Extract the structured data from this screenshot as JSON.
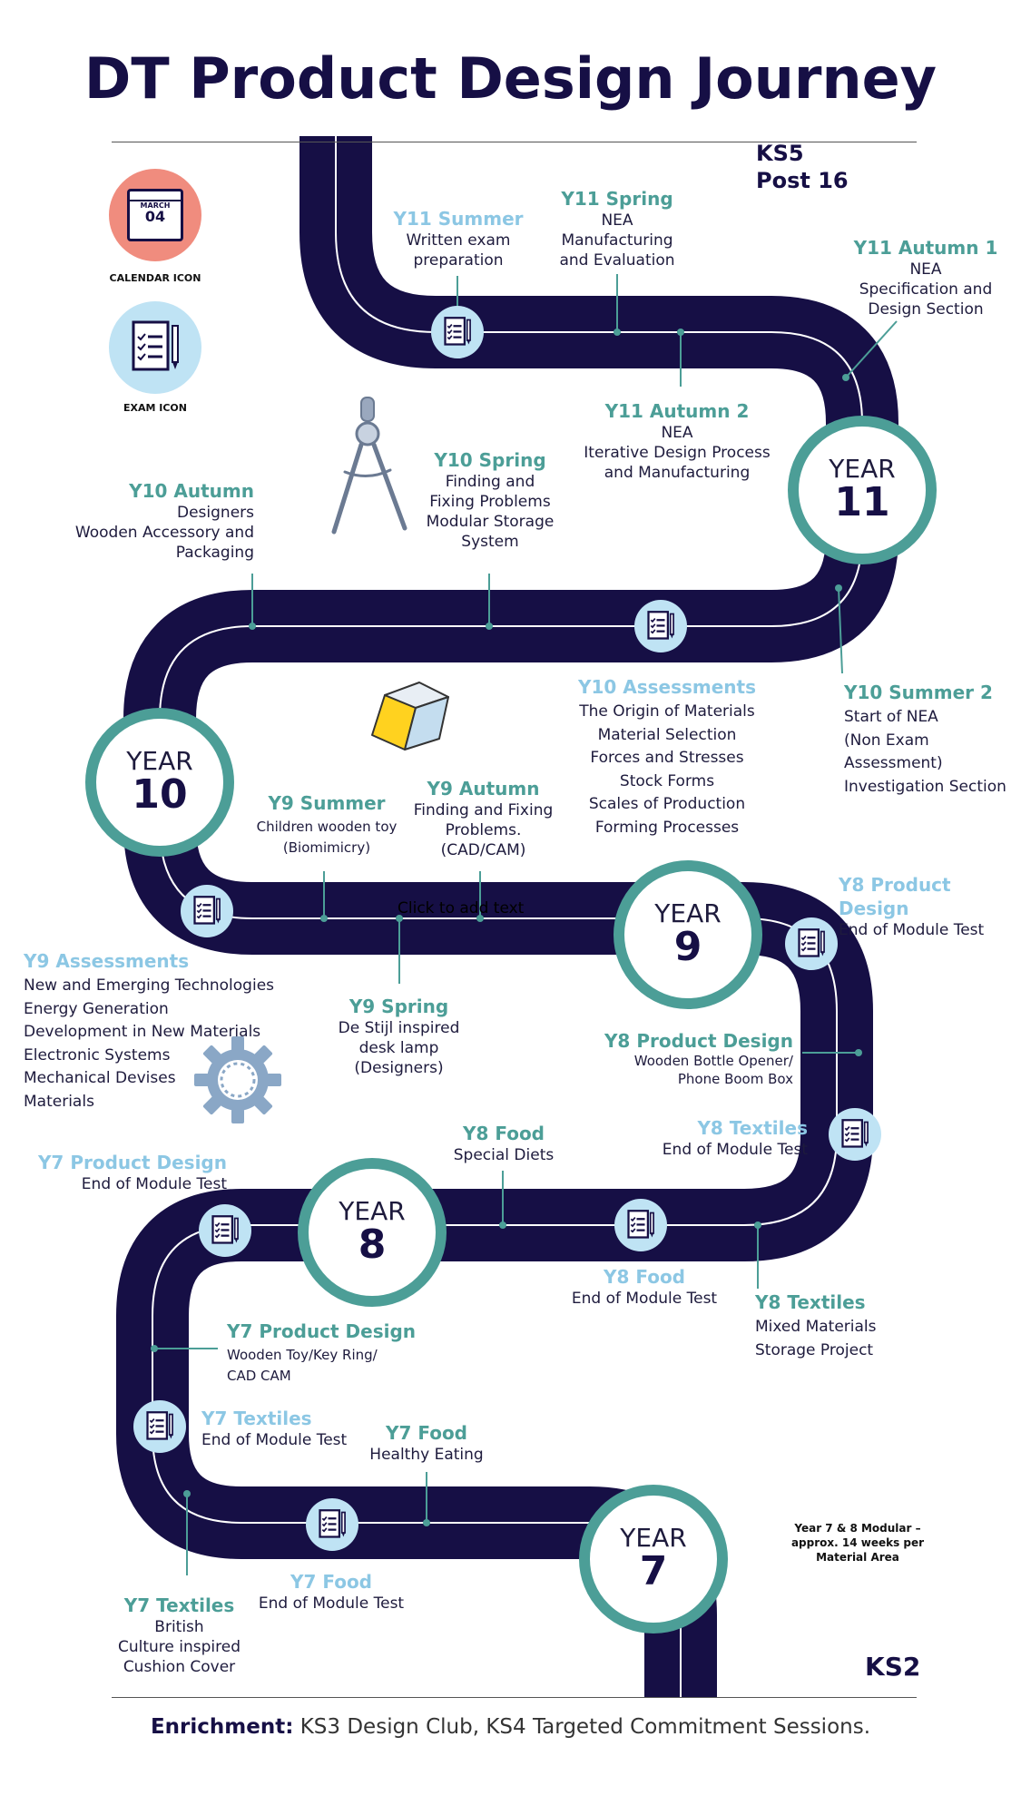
{
  "title": "DT Product Design Journey",
  "ks5": "KS5 Post 16",
  "ks2": "KS2",
  "icons": {
    "calendar_caption": "CALENDAR ICON",
    "exam_caption": "EXAM ICON",
    "calendar_month": "MARCH",
    "calendar_day": "04"
  },
  "years": [
    {
      "word": "YEAR",
      "num": "11"
    },
    {
      "word": "YEAR",
      "num": "10"
    },
    {
      "word": "YEAR",
      "num": "9"
    },
    {
      "word": "YEAR",
      "num": "8"
    },
    {
      "word": "YEAR",
      "num": "7"
    }
  ],
  "milestones": {
    "y11_summer": {
      "head": "Y11 Summer",
      "lines": [
        "Written exam",
        "preparation"
      ]
    },
    "y11_spring": {
      "head": "Y11 Spring",
      "lines": [
        "NEA",
        "Manufacturing",
        "and Evaluation"
      ]
    },
    "y11_autumn1": {
      "head": "Y11 Autumn 1",
      "lines": [
        "NEA",
        "Specification and",
        "Design Section"
      ]
    },
    "y11_autumn2": {
      "head": "Y11 Autumn 2",
      "lines": [
        "NEA",
        "Iterative Design Process",
        "and Manufacturing"
      ]
    },
    "y10_spring": {
      "head": "Y10 Spring",
      "lines": [
        "Finding and",
        "Fixing Problems",
        "Modular Storage",
        "System"
      ]
    },
    "y10_autumn": {
      "head": "Y10 Autumn",
      "lines": [
        "Designers",
        "Wooden Accessory and",
        "Packaging"
      ]
    },
    "y10_assess": {
      "head": "Y10 Assessments",
      "lines": [
        "The Origin of Materials",
        "Material Selection",
        "Forces and Stresses",
        "Stock Forms",
        "Scales of Production",
        "Forming Processes"
      ]
    },
    "y10_summer2": {
      "head": "Y10 Summer 2",
      "lines": [
        "Start of NEA",
        "(Non Exam Assessment)",
        "Investigation Section"
      ]
    },
    "y9_summer": {
      "head": "Y9 Summer",
      "lines": [
        "Children wooden toy",
        "(Biomimicry)"
      ]
    },
    "y9_autumn": {
      "head": "Y9 Autumn",
      "lines": [
        "Finding and Fixing",
        "Problems.",
        "(CAD/CAM)"
      ]
    },
    "y9_spring": {
      "head": "Y9 Spring",
      "lines": [
        "De Stijl inspired",
        "desk lamp",
        "(Designers)"
      ]
    },
    "y9_assess": {
      "head": "Y9 Assessments",
      "lines": [
        "New and Emerging Technologies",
        "Energy Generation",
        "Development in New Materials",
        "Electronic Systems",
        "Mechanical Devises",
        "Materials"
      ]
    },
    "y8_pd_test": {
      "head": "Y8 Product Design",
      "lines": [
        "End of Module Test"
      ]
    },
    "y8_pd": {
      "head": "Y8 Product Design",
      "lines": [
        "Wooden Bottle Opener/",
        "Phone Boom Box"
      ]
    },
    "y8_tex_test": {
      "head": "Y8 Textiles",
      "lines": [
        "End of Module Test"
      ]
    },
    "y8_food": {
      "head": "Y8 Food",
      "lines": [
        "Special Diets"
      ]
    },
    "y8_food_test": {
      "head": "Y8 Food",
      "lines": [
        "End of Module Test"
      ]
    },
    "y8_tex": {
      "head": "Y8 Textiles",
      "lines": [
        "Mixed Materials",
        "Storage Project"
      ]
    },
    "y7_pd_test": {
      "head": "Y7 Product Design",
      "lines": [
        "End of Module Test"
      ]
    },
    "y7_pd": {
      "head": "Y7 Product Design",
      "lines": [
        "Wooden Toy/Key Ring/",
        "CAD CAM"
      ]
    },
    "y7_tex_test": {
      "head": "Y7 Textiles",
      "lines": [
        "End of Module Test"
      ]
    },
    "y7_food": {
      "head": "Y7 Food",
      "lines": [
        "Healthy Eating"
      ]
    },
    "y7_food_test": {
      "head": "Y7 Food",
      "lines": [
        "End of Module Test"
      ]
    },
    "y7_tex": {
      "head": "Y7 Textiles",
      "lines": [
        "British",
        "Culture inspired",
        "Cushion Cover"
      ]
    }
  },
  "note": "Year 7 & 8 Modular – approx. 14 weeks per Material Area",
  "overlay_text": "Click to add text",
  "enrichment": {
    "label": "Enrichment:",
    "text": "KS3 Design Club, KS4 Targeted Commitment Sessions."
  },
  "colors": {
    "road": "#160f45",
    "teal": "#4c9e97",
    "light_blue": "#8cc7e4",
    "exam_bg": "#bfe3f4",
    "calendar_bg": "#f08c7e"
  }
}
